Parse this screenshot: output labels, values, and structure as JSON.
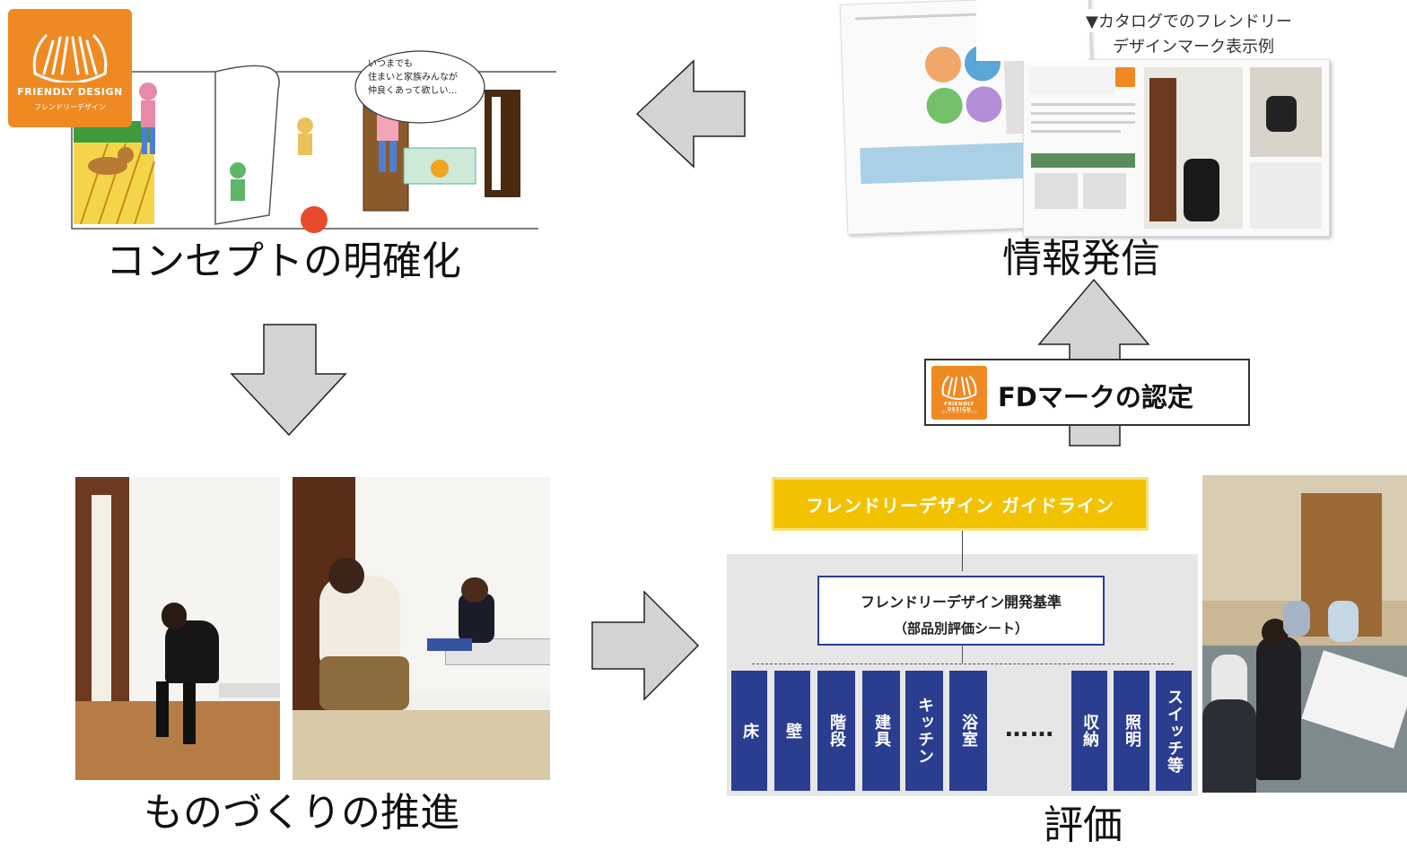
{
  "steps": {
    "concept": "コンセプトの明確化",
    "manufacturing": "ものづくりの推進",
    "evaluation": "評価",
    "info": "情報発信"
  },
  "logo": {
    "brand": "FRIENDLY DESIGN",
    "kana": "フレンドリーデザイン"
  },
  "illustration": {
    "speech": "いつまでも\n住まいと家族みんなが\n仲良くあって欲しい…"
  },
  "catalog": {
    "heading_line1": "▼カタログでのフレンドリー",
    "heading_line2": "デザインマーク表示例"
  },
  "fd_mark": {
    "label": "FDマークの認定"
  },
  "guideline": {
    "banner": "フレンドリーデザイン ガイドライン",
    "standard_line1": "フレンドリーデザイン開発基準",
    "standard_line2": "（部品別評価シート）",
    "categories": [
      "床",
      "壁",
      "階段",
      "建具",
      "キッチン",
      "浴室",
      "収納",
      "照明",
      "スイッチ等"
    ],
    "ellipsis": "……"
  },
  "colors": {
    "logo_orange": "#ef8a22",
    "banner_yellow": "#f2c200",
    "category_navy": "#2a3d8f",
    "arrow_gray": "#d3d3d3"
  }
}
